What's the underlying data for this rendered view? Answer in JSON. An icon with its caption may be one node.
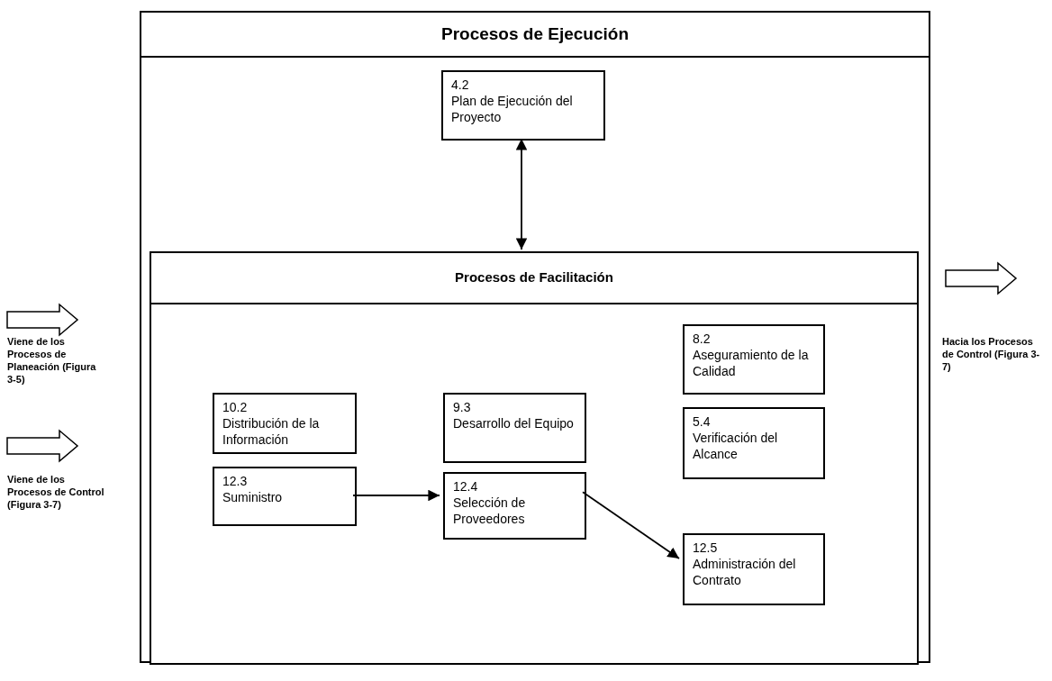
{
  "diagram": {
    "nodes": [
      {
        "text": [
          "Procesos de Ejecución"
        ]
      },
      {
        "text": [
          "4.2",
          "Plan de Ejecución del Proyecto"
        ],
        "in": 0
      },
      {
        "text": [
          "Procesos de Facilitación"
        ],
        "in": 0
      },
      {
        "text": [
          "8.2",
          "Aseguramiento de la Calidad"
        ],
        "in": 2
      },
      {
        "text": [
          "10.2",
          "Distribución de la Información"
        ],
        "in": 2
      },
      {
        "text": [
          "9.3",
          "Desarrollo del Equipo"
        ],
        "in": 2
      },
      {
        "text": [
          "5.4",
          "Verificación del Alcance"
        ],
        "in": 2
      },
      {
        "text": [
          "12.3",
          "Suministro"
        ],
        "in": 2
      },
      {
        "text": [
          "12.4",
          "Selección de Proveedores"
        ],
        "in": 2
      },
      {
        "text": [
          "12.5",
          "Administración del Contrato"
        ],
        "in": 2
      }
    ],
    "edges": [
      {
        "from": 1,
        "to": 2,
        "arrow": "both"
      },
      {
        "from": 7,
        "to": 8,
        "arrow": "to"
      },
      {
        "from": 8,
        "to": 9,
        "arrow": "to"
      }
    ],
    "labels": [
      "Viene de los Procesos de Planeación (Figura 3-5)",
      "Hacia los Procesos de Control (Figura 3-7)",
      "Viene de los Procesos de Control (Figura 3-7)"
    ]
  }
}
